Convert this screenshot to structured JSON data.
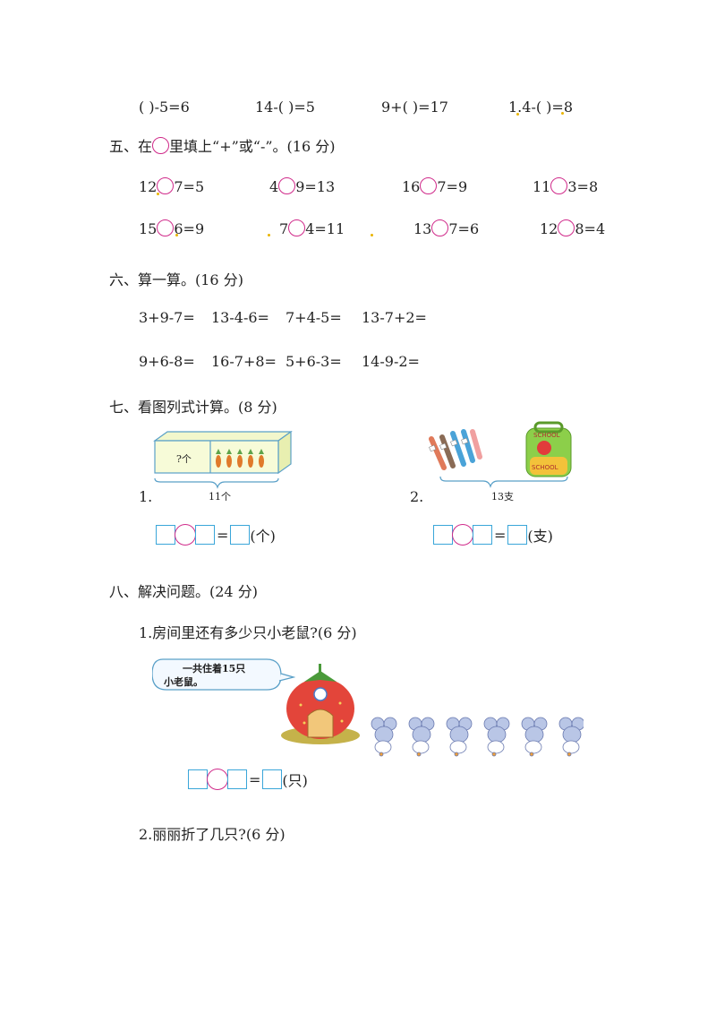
{
  "row_blanks": [
    "(      )-5=6",
    "14-(      )=5",
    "9+(      )=17",
    "1.4-(      )=8"
  ],
  "section5": {
    "title_pre": "五、在",
    "title_post": "里填上“+”或“-”。(16 分)",
    "row1": [
      [
        "12",
        "7=5"
      ],
      [
        "4",
        "9=13"
      ],
      [
        "16",
        "7=9"
      ],
      [
        "11",
        "3=8"
      ]
    ],
    "row2": [
      [
        "15",
        "6=9"
      ],
      [
        "7",
        "4=11"
      ],
      [
        "13",
        "7=6"
      ],
      [
        "12",
        "8=4"
      ]
    ]
  },
  "section6": {
    "title": "六、算一算。(16 分)",
    "row1": [
      "3+9-7=",
      "13-4-6=",
      "7+4-5=",
      "13-7+2="
    ],
    "row2": [
      "9+6-8=",
      "16-7+8=",
      "5+6-3=",
      "14-9-2="
    ]
  },
  "section7": {
    "title": "七、看图列式计算。(8 分)",
    "q1_num": "1.",
    "q1_box_label": "?个",
    "q1_total": "11个",
    "q1_unit": "(个)",
    "q2_num": "2.",
    "q2_total": "13支",
    "q2_unit": "(支)",
    "school_text": "SCHOOL"
  },
  "section8": {
    "title": "八、解决问题。(24 分)",
    "q1": "1.房间里还有多少只小老鼠?(6 分)",
    "bubble_line1": "一共住着15只",
    "bubble_line2": "小老鼠。",
    "q1_unit": "(只)",
    "q2": "2.丽丽折了几只?(6 分)"
  },
  "colors": {
    "circle": "#d02a8a",
    "box": "#3aa6d9",
    "dot": "#e9b400"
  }
}
